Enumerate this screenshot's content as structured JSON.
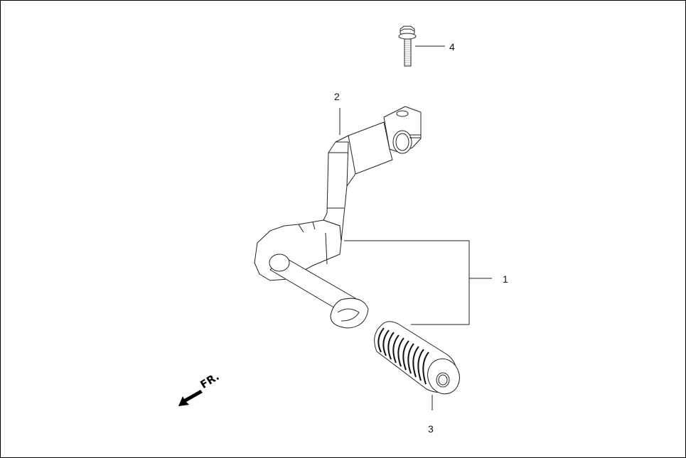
{
  "diagram": {
    "type": "exploded-parts-view",
    "subject": "gear shift pedal assembly",
    "callouts": [
      {
        "id": "1",
        "label": "1",
        "part": "shift-pedal-assembly"
      },
      {
        "id": "2",
        "label": "2",
        "part": "shift-pedal-arm"
      },
      {
        "id": "3",
        "label": "3",
        "part": "pedal-rubber"
      },
      {
        "id": "4",
        "label": "4",
        "part": "flange-bolt"
      }
    ],
    "direction_indicator": {
      "label": "FR.",
      "icon": "arrow-down-left-icon"
    },
    "colors": {
      "line": "#222222",
      "background": "#ffffff",
      "frame": "#000000"
    }
  }
}
